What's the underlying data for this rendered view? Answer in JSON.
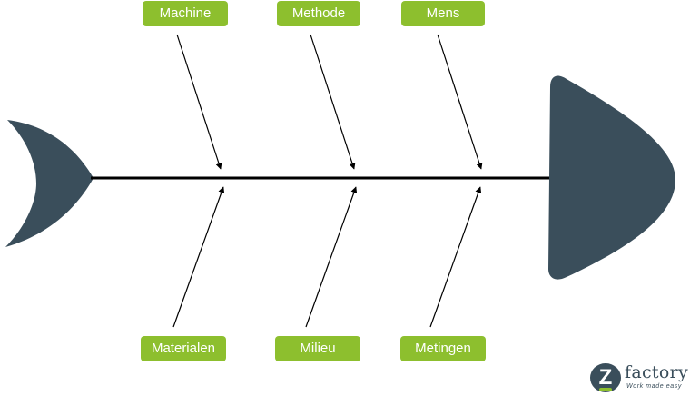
{
  "diagram": {
    "colors": {
      "fish": "#3a4e5b",
      "label_background": "#8dbf2e",
      "label_text": "#ffffff",
      "lines": "#000000"
    },
    "causes_top": [
      {
        "label": "Machine"
      },
      {
        "label": "Methode"
      },
      {
        "label": "Mens"
      }
    ],
    "causes_bottom": [
      {
        "label": "Materialen"
      },
      {
        "label": "Milieu"
      },
      {
        "label": "Metingen"
      }
    ]
  },
  "logo": {
    "badge_letter": "Z",
    "wordmark": "factory",
    "tagline": "Work made easy"
  }
}
